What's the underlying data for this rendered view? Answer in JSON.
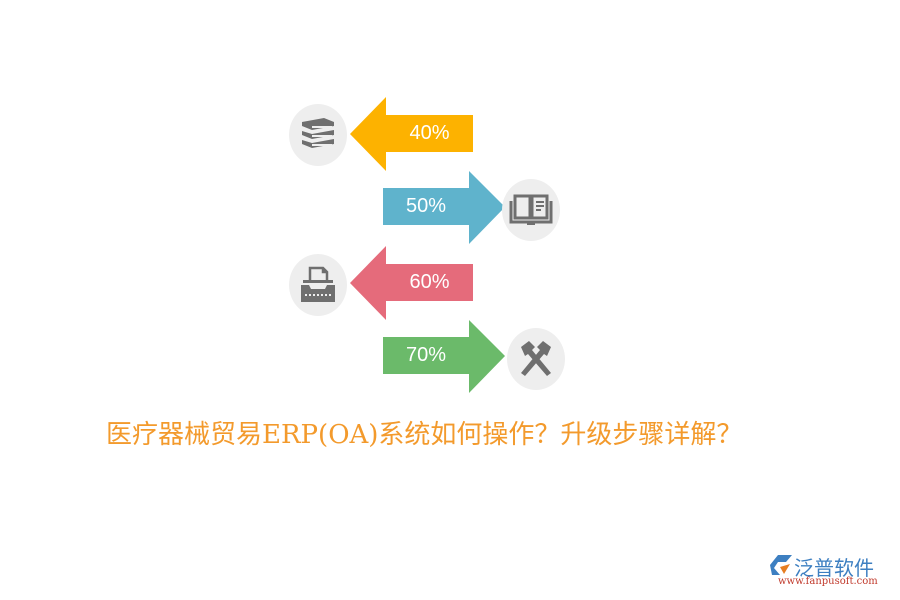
{
  "diagram": {
    "items": [
      {
        "label": "40%",
        "direction": "left",
        "color": "#fdb200",
        "icon": "books-icon"
      },
      {
        "label": "50%",
        "direction": "right",
        "color": "#5fb3cc",
        "icon": "open-book-icon"
      },
      {
        "label": "60%",
        "direction": "left",
        "color": "#e56b7b",
        "icon": "typewriter-icon"
      },
      {
        "label": "70%",
        "direction": "right",
        "color": "#6bba6a",
        "icon": "hammers-icon"
      }
    ],
    "icon_bg": "#eeeeee",
    "icon_color": "#6f6f6f"
  },
  "title": "医疗器械贸易ERP(OA)系统如何操作？升级步骤详解？",
  "title_color": "#f39a2c",
  "logo": {
    "name": "泛普软件",
    "url": "www.fanpusoft.com"
  }
}
